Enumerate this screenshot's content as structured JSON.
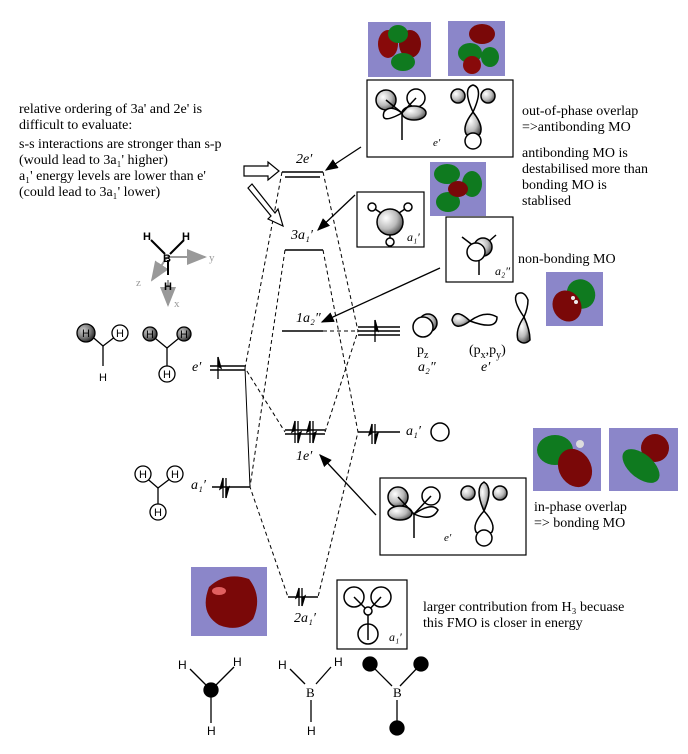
{
  "notes": {
    "ordering": [
      "relative ordering of 3a' and 2e' is",
      "difficult to evaluate:",
      "s-s interactions are stronger than s-p",
      "(would lead to 3a₁' higher)",
      "a₁' energy levels are lower than e'",
      "(could lead to 3a₁' lower)"
    ],
    "antibonding": [
      "out-of-phase overlap",
      "=>antibonding MO"
    ],
    "destabilised": [
      "antibonding MO is",
      "destabilised more than",
      "bonding MO is",
      "stablised"
    ],
    "nonbonding": "non-bonding MO",
    "bonding": [
      "in-phase overlap",
      "=> bonding MO"
    ],
    "contribution": [
      "larger contribution from H₃ becuase",
      "this FMO is closer in energy"
    ]
  },
  "mo_levels": {
    "2e": "2e′",
    "3a1": "3a₁′",
    "1a2": "1a₂″",
    "1e": "1e′",
    "2a1": "2a₁′"
  },
  "fragment_labels": {
    "h3_e": "e′",
    "h3_a1": "a₁′",
    "b_a1": "a₁′",
    "pz": "p",
    "pz_sub": "z",
    "pz_sym": "a₂″",
    "pxpy": "(p",
    "pxpy_sym": "e′"
  },
  "box_labels": {
    "antibonding_e": "e′",
    "a1_3": "a₁′",
    "a2": "a₂″",
    "bonding_e": "e′",
    "a1_2": "a₁′"
  },
  "axes": {
    "atom_b": "B",
    "atom_h": "H",
    "x": "x",
    "y": "y",
    "z": "z"
  },
  "colors": {
    "lobe_red": "#8b0a0a",
    "lobe_green": "#0f7a1f",
    "mo_background": "#8b86c9"
  }
}
